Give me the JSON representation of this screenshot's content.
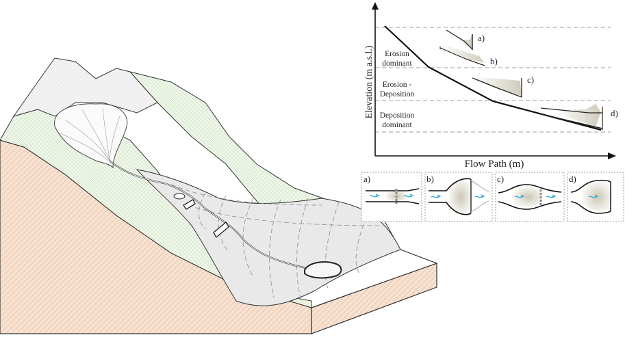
{
  "diagram": {
    "axis": {
      "y_label": "Elevation (m a.s.l.)",
      "x_label": "Flow Path (m)"
    },
    "zones": [
      {
        "line1": "Erosion",
        "line2": "dominant"
      },
      {
        "line1": "Erosion -",
        "line2": "Deposition"
      },
      {
        "line1": "Deposition",
        "line2": "dominant"
      }
    ],
    "profile_labels": [
      "a)",
      "b)",
      "c)",
      "d)"
    ],
    "panel_labels": [
      "a)",
      "b)",
      "c)",
      "d)"
    ],
    "colors": {
      "terrain_base": "#f6e0cf",
      "vegetation": "#e6f1df",
      "channel_fill": "#e8e8e8",
      "flow_arrow": "#3aa8d8",
      "deposit_shade": "#d7d4c6"
    }
  }
}
